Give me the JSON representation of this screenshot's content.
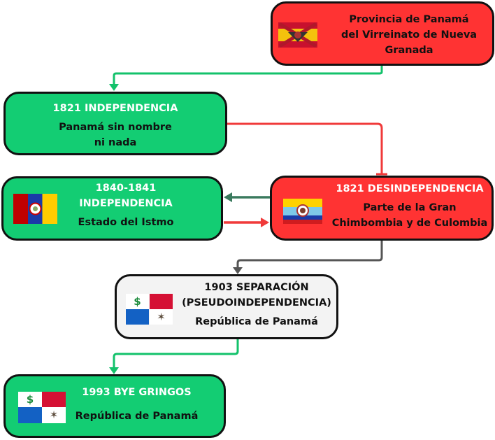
{
  "colors": {
    "green": "#13cd73",
    "red": "#ff3333",
    "grey": "#f3f3f3",
    "arrow_green": "#13c26b",
    "arrow_red": "#f03a3a",
    "arrow_darkgreen": "#3a7a5e",
    "arrow_grey": "#555555"
  },
  "nodes": {
    "virreinato": {
      "lines": [
        "Provincia de Panamá",
        "del Virreinato de Nueva",
        "Granada"
      ],
      "flag": "spanish-burgundy-flag"
    },
    "independencia1821": {
      "title": "1821 INDEPENDENCIA",
      "subtitle_lines": [
        "Panamá sin nombre",
        "ni nada"
      ]
    },
    "estado_istmo": {
      "title_lines": [
        "1840-1841",
        "INDEPENDENCIA"
      ],
      "subtitle": "Estado del Istmo",
      "flag": "estado-del-istmo-flag"
    },
    "desindependencia": {
      "title": "1821 DESINDEPENDENCIA",
      "subtitle_lines": [
        "Parte de la Gran",
        "Chimbombia y de Culombia"
      ],
      "flag": "gran-colombia-flag"
    },
    "separacion": {
      "title_lines": [
        "1903 SEPARACIÓN",
        "(PSEUDOINDEPENDENCIA)"
      ],
      "subtitle": "República de Panamá",
      "flag": "panama-parody-flag",
      "flag_symbol": "$"
    },
    "bye_gringos": {
      "title": "1993 BYE GRINGOS",
      "subtitle": "República de Panamá",
      "flag": "panama-parody-flag",
      "flag_symbol": "$"
    }
  }
}
